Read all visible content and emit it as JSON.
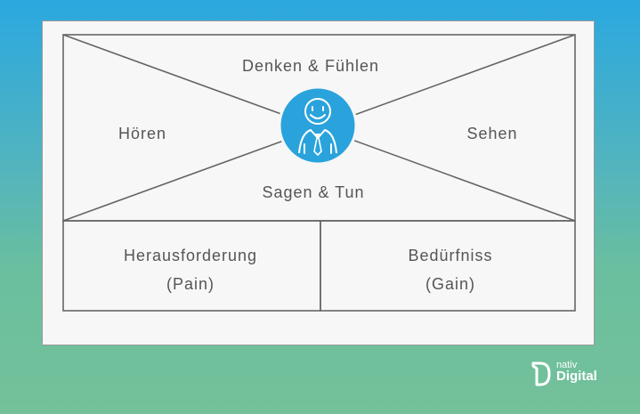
{
  "diagram": {
    "title": "Empathy Map",
    "quadrants": {
      "top": "Denken & Fühlen",
      "left": "Hören",
      "right": "Sehen",
      "bottom": "Sagen & Tun"
    },
    "boxes": [
      {
        "line1": "Herausforderung",
        "line2": "(Pain)"
      },
      {
        "line1": "Bedürfniss",
        "line2": "(Gain)"
      }
    ],
    "center_icon": "person-avatar-icon"
  },
  "brand": {
    "top": "nativ",
    "bottom": "Digital",
    "icon": "nativ-logo-icon"
  },
  "colors": {
    "accent": "#2aa3dc",
    "line": "#666666",
    "card": "#f7f7f7"
  }
}
